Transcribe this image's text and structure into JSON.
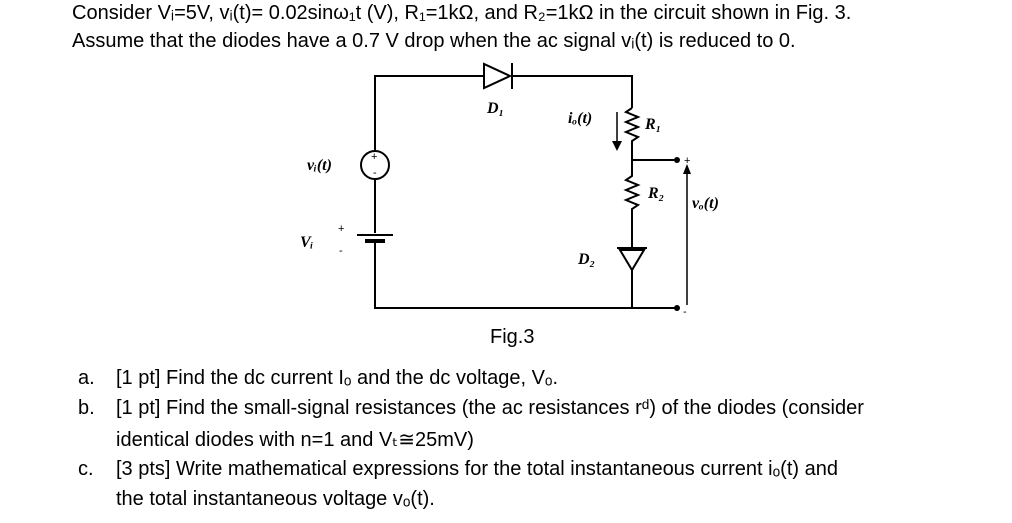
{
  "problem": {
    "line1": "Consider Vᵢ=5V, vᵢ(t)= 0.02sinω₁t (V), R₁=1kΩ, and R₂=1kΩ in the circuit shown in Fig. 3.",
    "line2": "Assume that the diodes have a 0.7 V drop when the ac signal vᵢ(t) is reduced to 0."
  },
  "figure": {
    "caption": "Fig.3",
    "labels": {
      "d1": "D₁",
      "d2": "D₂",
      "r1": "R₁",
      "r2": "R₂",
      "io": "iₒ(t)",
      "vi_small": "vᵢ(t)",
      "vi_dc": "Vᵢ",
      "vo": "vₒ(t)",
      "plus": "+",
      "minus": "-"
    }
  },
  "questions": [
    {
      "letter": "a.",
      "lines": [
        "[1 pt] Find the dc current Iₒ and the dc voltage, Vₒ."
      ]
    },
    {
      "letter": "b.",
      "lines": [
        "[1 pt] Find the small-signal resistances (the ac resistances rᵈ) of the diodes (consider",
        "identical diodes with n=1 and Vₜ≅25mV)"
      ]
    },
    {
      "letter": "c.",
      "lines": [
        "[3 pts] Write mathematical expressions for the total instantaneous current iₒ(t) and",
        "the total instantaneous voltage vₒ(t)."
      ]
    }
  ]
}
